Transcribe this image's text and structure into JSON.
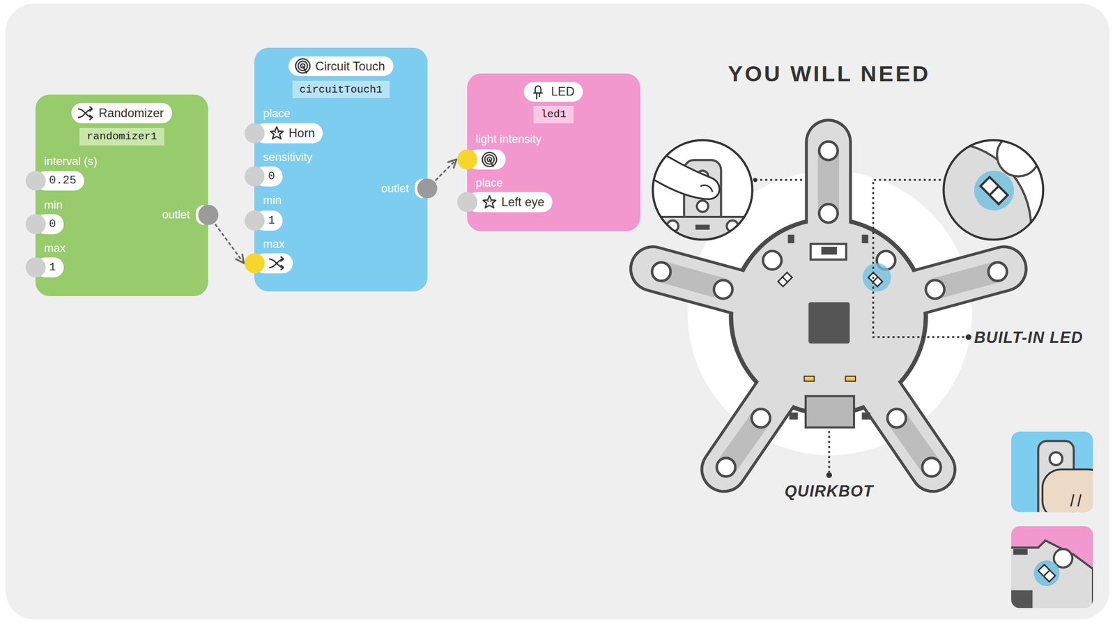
{
  "diagram": {
    "title": "YOU WILL NEED",
    "nodes": [
      {
        "text": [
          "Randomizer",
          "randomizer1",
          "interval (s)",
          "0.25",
          "min",
          "0",
          "max",
          "1",
          "outlet"
        ]
      },
      {
        "text": [
          "Circuit Touch",
          "circuitTouch1",
          "place",
          "Horn",
          "sensitivity",
          "0",
          "min",
          "1",
          "max",
          "outlet"
        ]
      },
      {
        "text": [
          "LED",
          "led1",
          "light intensity",
          "place",
          "Left eye"
        ]
      }
    ],
    "edges": [
      {
        "from": 0,
        "to": 1,
        "arrow": "to"
      },
      {
        "from": 1,
        "to": 2,
        "arrow": "to"
      }
    ],
    "labels": [
      "BUILT-IN LED",
      "QUIRKBOT"
    ]
  }
}
